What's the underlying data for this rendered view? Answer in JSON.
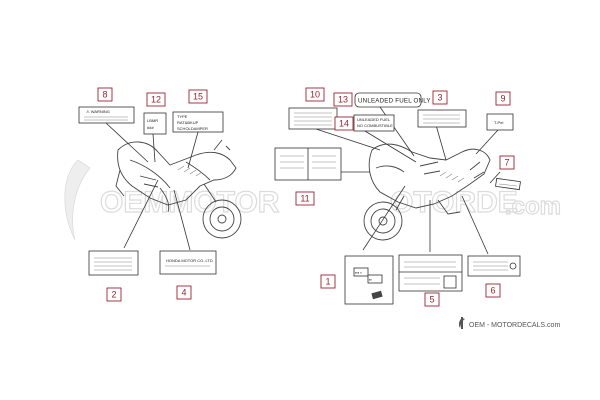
{
  "watermark": {
    "left": "OEMMOTOR",
    "right": "OTORDE",
    "suffix": ".com"
  },
  "footer": {
    "brand": "OEM - MOTORDECALS.com"
  },
  "callouts": [
    {
      "num": "1"
    },
    {
      "num": "2"
    },
    {
      "num": "3"
    },
    {
      "num": "4"
    },
    {
      "num": "5"
    },
    {
      "num": "6"
    },
    {
      "num": "7"
    },
    {
      "num": "8"
    },
    {
      "num": "9"
    },
    {
      "num": "10"
    },
    {
      "num": "11"
    },
    {
      "num": "12"
    },
    {
      "num": "13"
    },
    {
      "num": "14"
    },
    {
      "num": "15"
    }
  ],
  "labels": {
    "warning": "⚠ WARNING",
    "l12_line1": "LBMR",
    "l12_line2": "###",
    "l15_line1": "TYPE",
    "l15_line2": "RAT&BKUP",
    "l15_line3": "SCHOLDAMPER",
    "maker": "HONDA MOTOR CO.,LTD",
    "fuel": "UNLEADED FUEL ONLY",
    "l14_line1": "UNLEADED FUEL",
    "l14_line2": "NO COMBUSTIBLE",
    "l9": "T-Pel",
    "l1a": "▪▪▪ ▪",
    "l1b": "▪▪"
  }
}
